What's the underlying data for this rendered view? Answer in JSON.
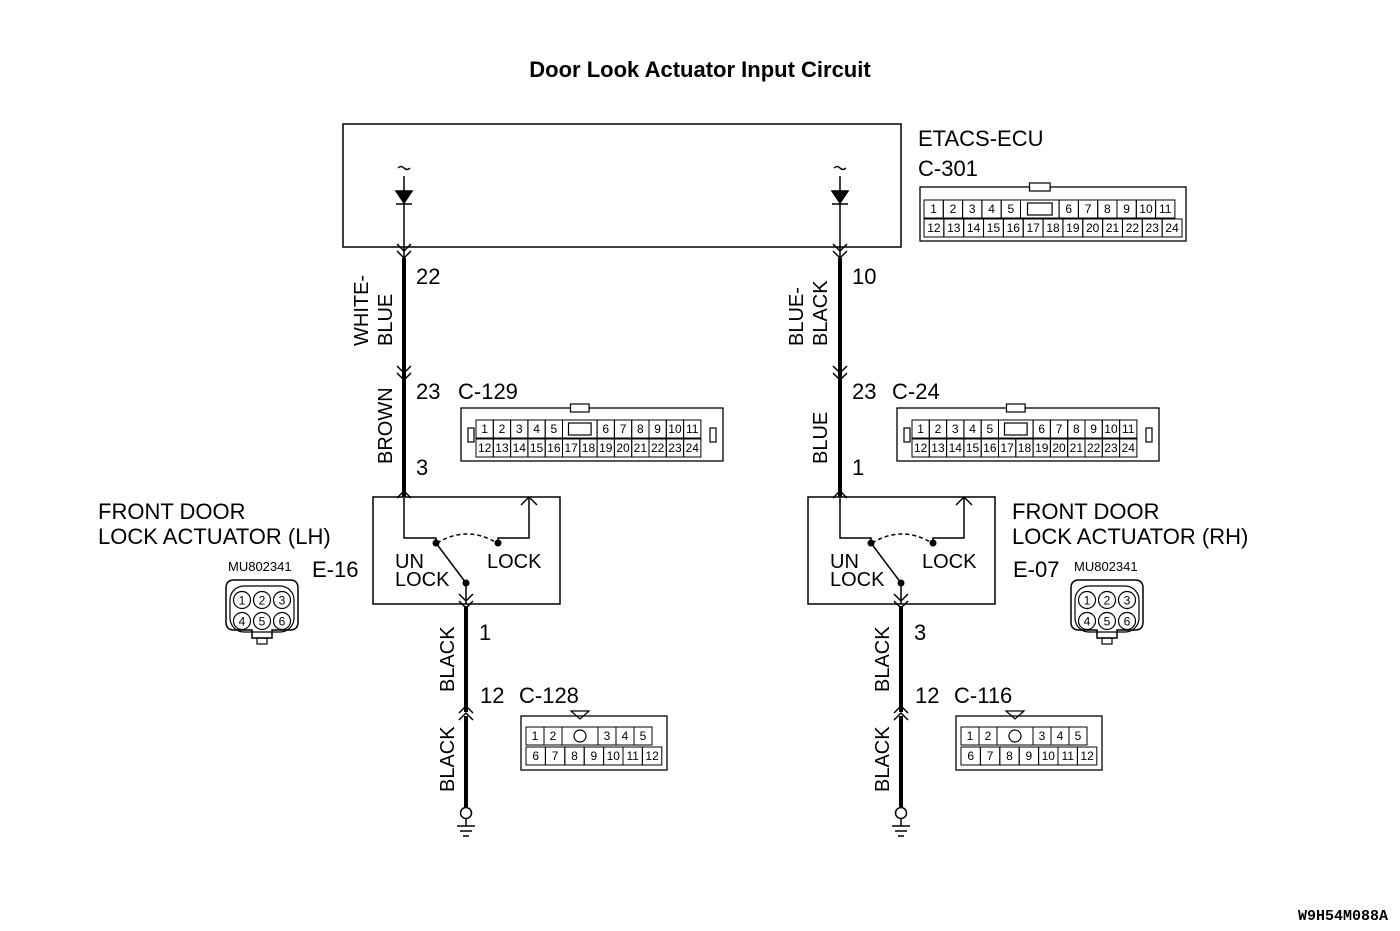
{
  "title": "Door Look Actuator Input Circuit",
  "ecu": {
    "name": "ETACS-ECU",
    "connector": "C-301",
    "pins_top": [
      "1",
      "2",
      "3",
      "4",
      "5",
      "6",
      "7",
      "8",
      "9",
      "10",
      "11"
    ],
    "pins_bottom": [
      "12",
      "13",
      "14",
      "15",
      "16",
      "17",
      "18",
      "19",
      "20",
      "21",
      "22",
      "23",
      "24"
    ]
  },
  "left": {
    "ecu_pin": "22",
    "wire1_color": [
      "WHITE-",
      "BLUE"
    ],
    "mid_pin": "23",
    "mid_connector": "C-129",
    "wire2_color": "BROWN",
    "act_pin_top": "3",
    "actuator_name": [
      "FRONT DOOR",
      "LOCK ACTUATOR (LH)"
    ],
    "actuator_code": "E-16",
    "part_no": "MU802341",
    "switch_unlock": [
      "UN",
      "LOCK"
    ],
    "switch_lock": "LOCK",
    "act_pin_bottom": "1",
    "wire3_color": "BLACK",
    "gnd_pin": "12",
    "gnd_connector": "C-128",
    "wire4_color": "BLACK"
  },
  "right": {
    "ecu_pin": "10",
    "wire1_color": [
      "BLUE-",
      "BLACK"
    ],
    "mid_pin": "23",
    "mid_connector": "C-24",
    "wire2_color": "BLUE",
    "act_pin_top": "1",
    "actuator_name": [
      "FRONT DOOR",
      "LOCK ACTUATOR (RH)"
    ],
    "actuator_code": "E-07",
    "part_no": "MU802341",
    "switch_unlock": [
      "UN",
      "LOCK"
    ],
    "switch_lock": "LOCK",
    "act_pin_bottom": "3",
    "wire3_color": "BLACK",
    "gnd_pin": "12",
    "gnd_connector": "C-116",
    "wire4_color": "BLACK"
  },
  "six_pin": [
    "1",
    "2",
    "3",
    "4",
    "5",
    "6"
  ],
  "small_conn": {
    "top": [
      "1",
      "2",
      "3",
      "4",
      "5"
    ],
    "bottom": [
      "6",
      "7",
      "8",
      "9",
      "10",
      "11",
      "12"
    ]
  },
  "figure_code": "W9H54M088A"
}
